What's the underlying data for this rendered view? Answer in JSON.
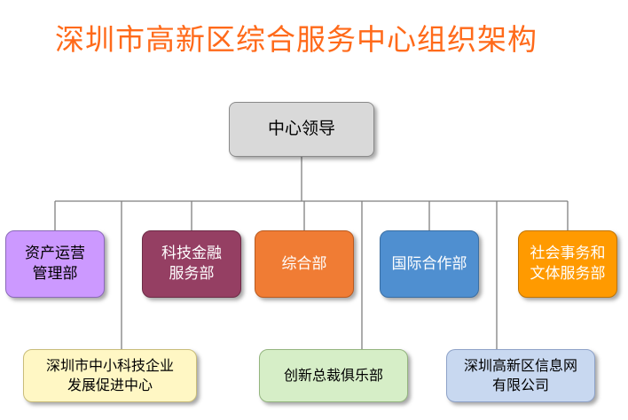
{
  "title": "深圳市高新区综合服务中心组织架构",
  "root": "中心领导",
  "departments": [
    "资产运营\n管理部",
    "科技金融\n服务部",
    "综合部",
    "国际合作部",
    "社会事务和\n文体服务部"
  ],
  "subsidiaries": [
    "深圳市中小科技企业\n发展促进中心",
    "创新总裁俱乐部",
    "深圳高新区信息网\n有限公司"
  ],
  "colors": {
    "title": "#ff6a1a",
    "root": "#d9d9d9",
    "dept1": "#cc99ff",
    "dept2": "#953f63",
    "dept3": "#f07c34",
    "dept4": "#4f8fd0",
    "dept5": "#ff9a00",
    "sub1": "#fff7c4",
    "sub2": "#d6eec7",
    "sub3": "#c8d8f0"
  }
}
